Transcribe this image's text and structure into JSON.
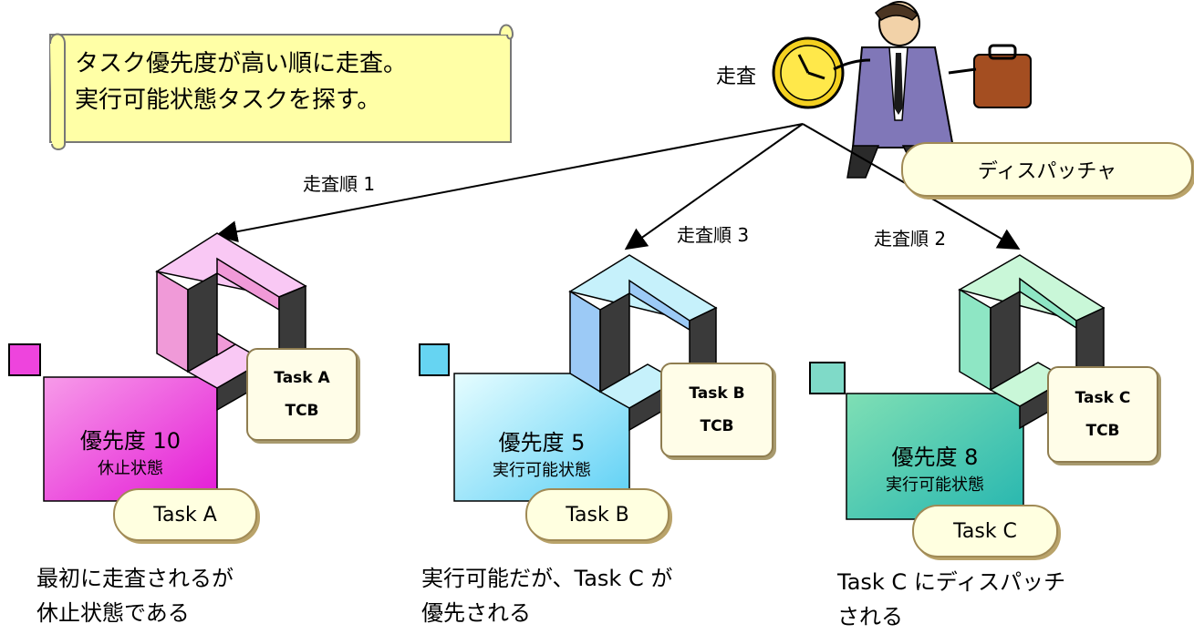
{
  "note": {
    "line1": "タスク優先度が高い順に走査。",
    "line2": "実行可能状態タスクを探す。"
  },
  "dispatcher": {
    "scan_label": "走査",
    "label": "ディスパッチャ"
  },
  "arrows": [
    {
      "label": "走査順 1"
    },
    {
      "label": "走査順 3"
    },
    {
      "label": "走査順 2"
    }
  ],
  "tasks": [
    {
      "priority": "優先度 10",
      "state": "休止状態",
      "tcb_name": "Task A",
      "tcb_label": "TCB",
      "name": "Task A",
      "caption1": "最初に走査されるが",
      "caption2": "休止状態である",
      "light": "#f9c8f4",
      "mid": "#f09ad8",
      "color_square": "#ee44dd"
    },
    {
      "priority": "優先度 5",
      "state": "実行可能状態",
      "tcb_name": "Task B",
      "tcb_label": "TCB",
      "name": "Task B",
      "caption1": "実行可能だが、Task C が",
      "caption2": "優先される",
      "light": "#c6f1fb",
      "mid": "#9ccaf6",
      "color_square": "#66d4f2"
    },
    {
      "priority": "優先度 8",
      "state": "実行可能状態",
      "tcb_name": "Task C",
      "tcb_label": "TCB",
      "name": "Task C",
      "caption1": "Task C にディスパッチ",
      "caption2": "される",
      "light": "#c9f7d8",
      "mid": "#8ee6c4",
      "color_square": "#7fdac8"
    }
  ]
}
